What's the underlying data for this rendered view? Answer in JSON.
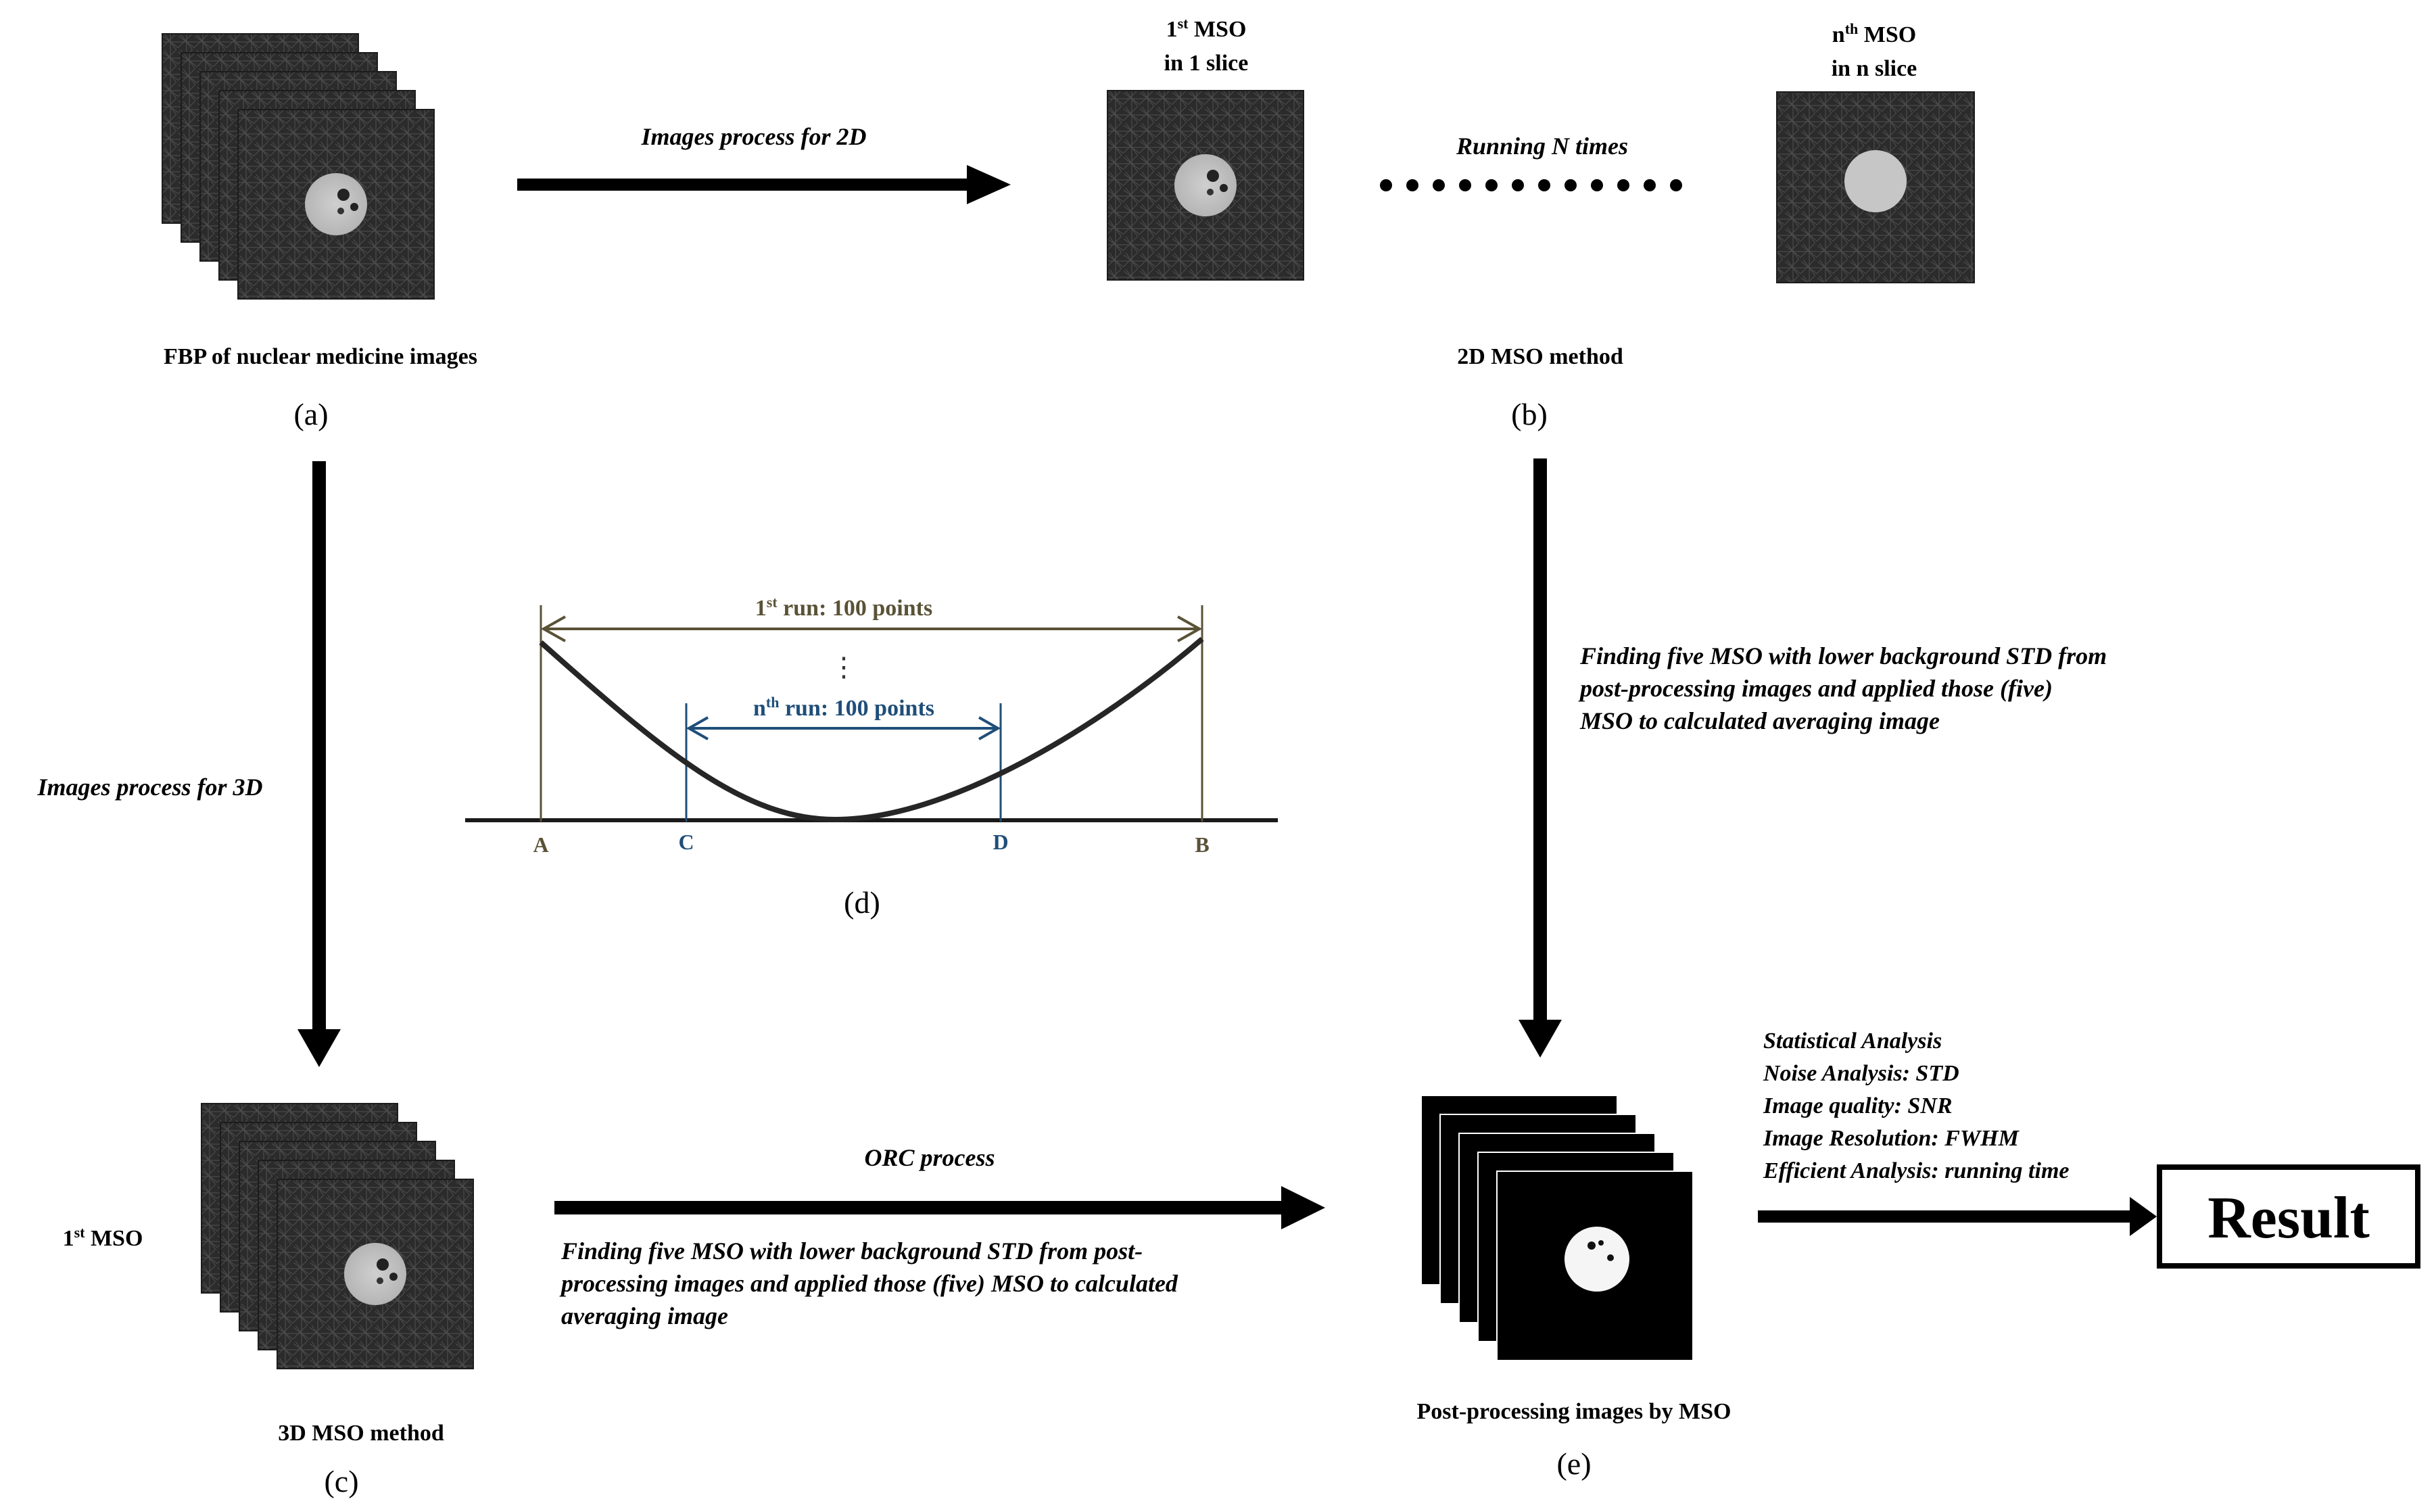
{
  "panel_a": {
    "caption": "FBP of nuclear medicine images",
    "letter": "(a)"
  },
  "panel_b": {
    "first_title_line1": "1",
    "first_title_sup": "st",
    "first_title_mso": " MSO",
    "first_title_line2": "in 1 slice",
    "nth_title_line1": "n",
    "nth_title_sup": "th",
    "nth_title_mso": " MSO",
    "nth_title_line2": "in n slice",
    "running_label": "Running N times",
    "caption": "2D MSO method",
    "letter": "(b)"
  },
  "arrow_a_b": {
    "label": "Images process for 2D"
  },
  "arrow_a_c": {
    "label": "Images process for 3D"
  },
  "arrow_b_e": {
    "label_lines": [
      "Finding five MSO with lower background STD from",
      "post-processing images and applied those (five)",
      "MSO to calculated averaging image"
    ]
  },
  "panel_c": {
    "side_label": "1",
    "side_label_sup": "st",
    "side_label_rest": " MSO",
    "caption": "3D MSO method",
    "letter": "(c)"
  },
  "arrow_c_e": {
    "title": "ORC process",
    "label_lines": [
      "Finding five MSO with lower background STD from post-",
      "processing images and applied those (five) MSO to calculated",
      "averaging image"
    ]
  },
  "panel_d": {
    "first_run_prefix": "1",
    "first_run_sup": "st",
    "first_run_rest": " run: 100 points",
    "ellipsis": "⋮",
    "nth_run_prefix": "n",
    "nth_run_sup": "th",
    "nth_run_rest": " run: 100 points",
    "point_labels": [
      "A",
      "C",
      "D",
      "B"
    ],
    "letter": "(d)",
    "colors": {
      "outer": "#5a5236",
      "inner": "#1f4e79"
    }
  },
  "panel_e": {
    "caption": "Post-processing images by MSO",
    "letter": "(e)",
    "analysis_lines": [
      "Statistical Analysis",
      "Noise Analysis: STD",
      "Image quality: SNR",
      "Image Resolution: FWHM",
      "Efficient Analysis: running time"
    ]
  },
  "result": {
    "label": "Result"
  }
}
